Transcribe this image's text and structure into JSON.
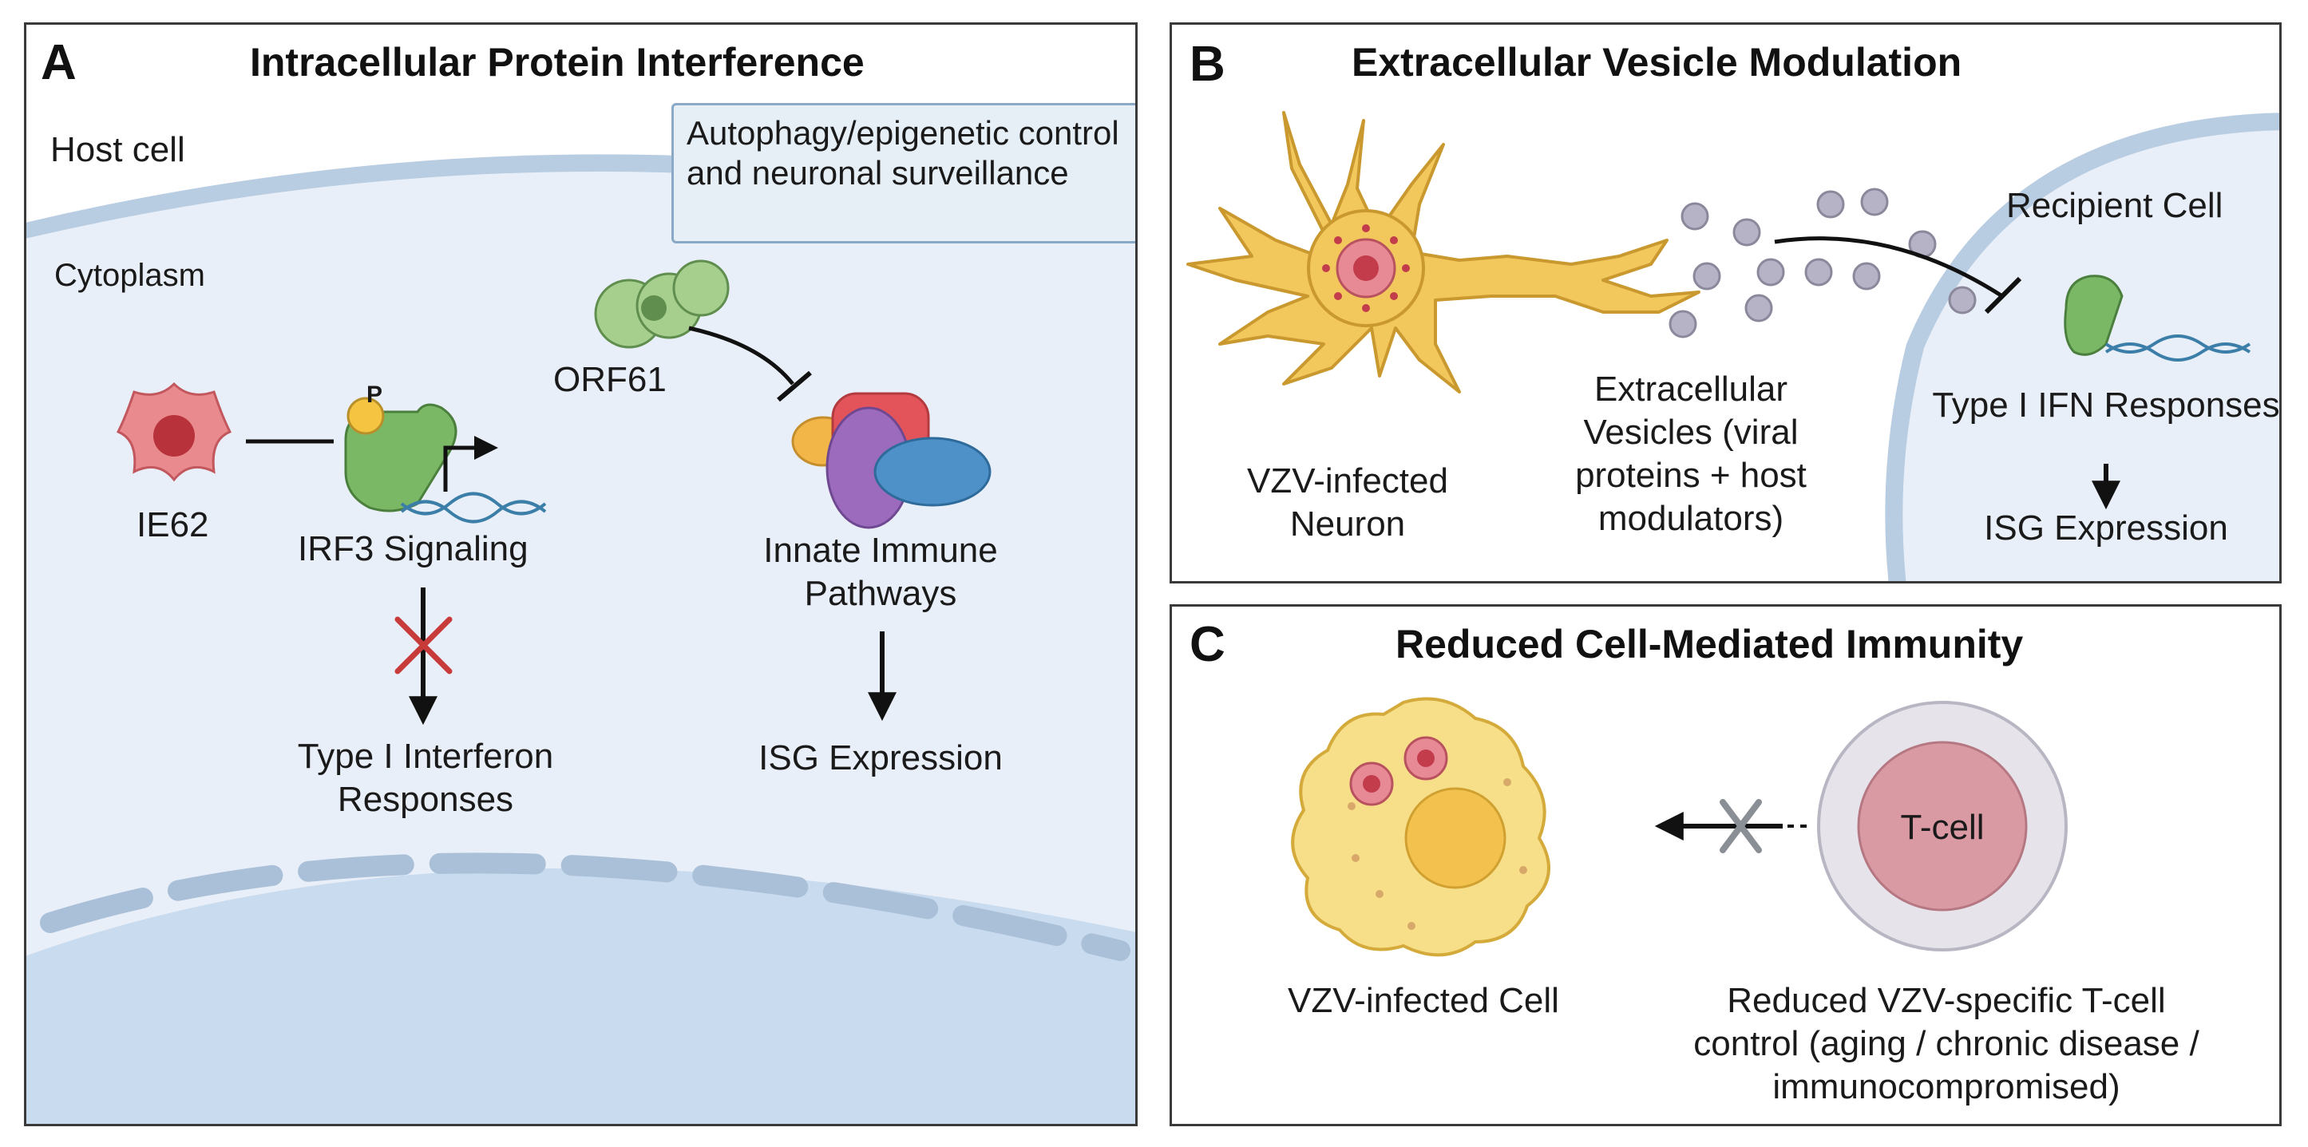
{
  "panel_a": {
    "letter": "A",
    "title": "Intracellular Protein Interference",
    "host_cell": "Host cell",
    "cytoplasm": "Cytoplasm",
    "annotation": "Autophagy/epigenetic control and neuronal surveillance",
    "orf61": "ORF61",
    "ie62": "IE62",
    "phospho": "P",
    "irf3": "IRF3 Signaling",
    "innate_line1": "Innate Immune",
    "innate_line2": "Pathways",
    "type1_line1": "Type I Interferon",
    "type1_line2": "Responses",
    "isg": "ISG Expression"
  },
  "panel_b": {
    "letter": "B",
    "title": "Extracellular Vesicle Modulation",
    "recipient": "Recipient Cell",
    "neuron_line1": "VZV-infected",
    "neuron_line2": "Neuron",
    "ev_line1": "Extracellular",
    "ev_line2": "Vesicles (viral",
    "ev_line3": "proteins + host",
    "ev_line4": "modulators)",
    "ifn": "Type I IFN Responses",
    "isg": "ISG Expression"
  },
  "panel_c": {
    "letter": "C",
    "title": "Reduced Cell-Mediated Immunity",
    "tcell": "T-cell",
    "infected": "VZV-infected Cell",
    "reduced_line1": "Reduced VZV-specific T-cell",
    "reduced_line2": "control (aging / chronic disease /",
    "reduced_line3": "immunocompromised)"
  },
  "colors": {
    "cytoplasm": "#e9eff8",
    "membrane": "#b9cde2",
    "nucleus": "#c7daed",
    "protein_green": "#7bb866",
    "ie62_red": "#e27f84",
    "neuron_yellow": "#f2c75b",
    "inhibit_red": "#c83b3b",
    "tcell_pink": "#d99aa3"
  }
}
